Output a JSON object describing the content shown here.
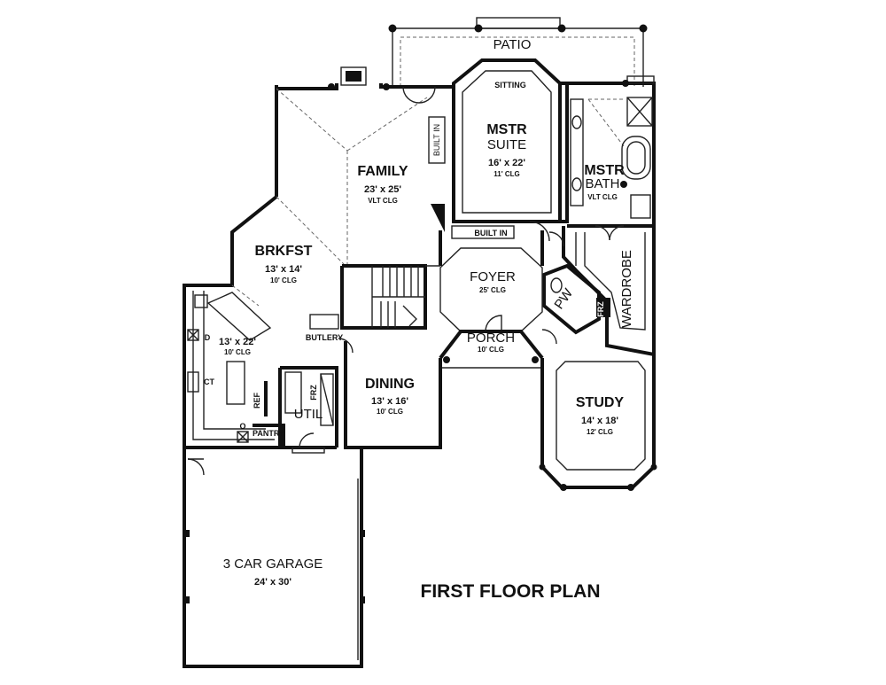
{
  "plan": {
    "title": "FIRST FLOOR PLAN",
    "rooms": {
      "patio": {
        "name": "PATIO"
      },
      "sitting": {
        "name": "SITTING"
      },
      "mstr_suite": {
        "name1": "MSTR",
        "name2": "SUITE",
        "dim": "16' x 22'",
        "clg": "11' CLG"
      },
      "mstr_bath": {
        "name1": "MSTR",
        "name2": "BATH",
        "clg": "VLT CLG"
      },
      "family": {
        "name": "FAMILY",
        "dim": "23' x 25'",
        "clg": "VLT CLG"
      },
      "built_in_family": {
        "name": "BUILT IN"
      },
      "built_in_foyer": {
        "name": "BUILT IN"
      },
      "brkfst": {
        "name": "BRKFST",
        "dim": "13' x 14'",
        "clg": "10' CLG"
      },
      "kitchen": {
        "dim": "13' x 22'",
        "clg": "10' CLG"
      },
      "foyer": {
        "name": "FOYER",
        "clg": "25' CLG"
      },
      "porch": {
        "name": "PORCH",
        "clg": "10' CLG"
      },
      "pw": {
        "name": "PW"
      },
      "wardrobe": {
        "name": "WARDROBE"
      },
      "butlery": {
        "name": "BUTLERY"
      },
      "dining": {
        "name": "DINING",
        "dim": "13' x 16'",
        "clg": "10' CLG"
      },
      "util": {
        "name": "UTIL"
      },
      "pantry": {
        "name": "PANTRY"
      },
      "study": {
        "name": "STUDY",
        "dim": "14' x 18'",
        "clg": "12' CLG"
      },
      "garage": {
        "name": "3 CAR GARAGE",
        "dim": "24' x 30'"
      }
    },
    "fixtures": {
      "d": "D",
      "ct": "CT",
      "o": "O",
      "ref": "REF",
      "frz": "FRZ",
      "frz2": "FRZ"
    }
  }
}
